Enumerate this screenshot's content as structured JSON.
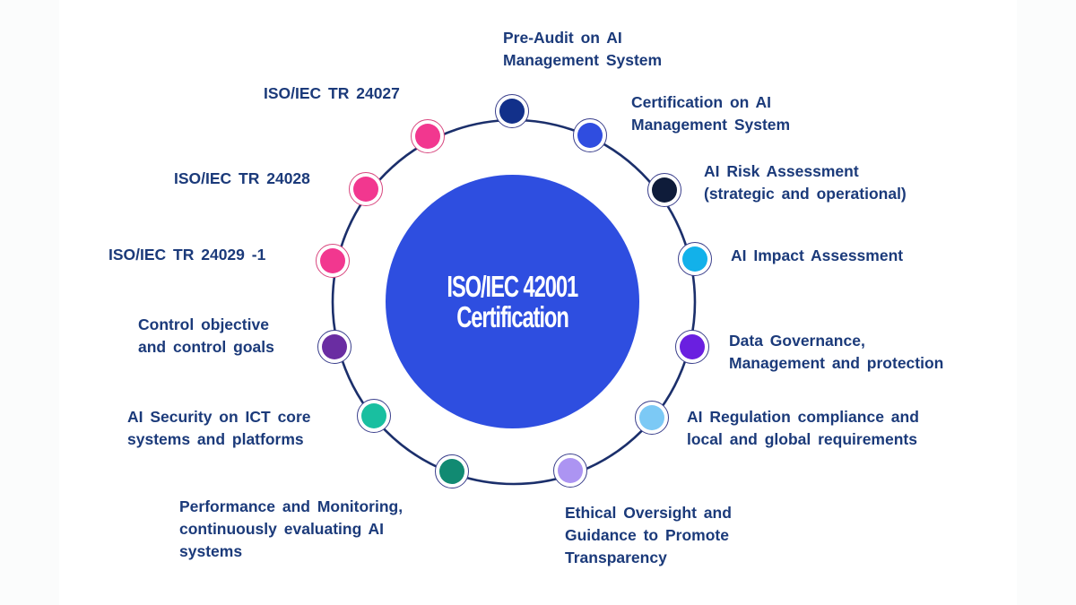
{
  "center": {
    "line1": "ISO/IEC 42001",
    "line2": "Certification",
    "color": "#2e4ee0"
  },
  "ring": {
    "stroke_color": "#1b2f6b"
  },
  "nodes": [
    {
      "id": "pre-audit",
      "color": "#12308a",
      "lines": [
        "Pre-Audit on AI",
        "Management  System"
      ]
    },
    {
      "id": "certification",
      "color": "#2f4de0",
      "lines": [
        "Certification on AI",
        "Management  System"
      ]
    },
    {
      "id": "risk-assessment",
      "color": "#0f1c3a",
      "lines": [
        "AI Risk Assessment",
        "(strategic and operational)"
      ]
    },
    {
      "id": "impact-assessment",
      "color": "#12b1ea",
      "lines": [
        "AI Impact  Assessment"
      ]
    },
    {
      "id": "data-governance",
      "color": "#6a1fe0",
      "lines": [
        "Data Governance,",
        "Management  and protection"
      ]
    },
    {
      "id": "regulation-compliance",
      "color": "#7cc9f5",
      "lines": [
        "AI Regulation compliance  and",
        "local and global requirements"
      ]
    },
    {
      "id": "ethical-oversight",
      "color": "#ac94f2",
      "lines": [
        "Ethical Oversight and",
        "Guidance to Promote",
        "Transparency"
      ]
    },
    {
      "id": "performance-monitoring",
      "color": "#118a72",
      "lines": [
        "Performance  and Monitoring,",
        "continuously  evaluating  AI",
        "systems"
      ]
    },
    {
      "id": "ai-security",
      "color": "#19bfa0",
      "lines": [
        "AI Security on ICT core",
        "systems and platforms"
      ]
    },
    {
      "id": "control-objective",
      "color": "#6a2da2",
      "lines": [
        "Control objective",
        "and control goals"
      ]
    },
    {
      "id": "iso-tr-24029",
      "color": "#f2378f",
      "lines": [
        "ISO/IEC  TR 24029  -1"
      ]
    },
    {
      "id": "iso-tr-24028",
      "color": "#f2378f",
      "lines": [
        "ISO/IEC  TR 24028"
      ]
    },
    {
      "id": "iso-tr-24027",
      "color": "#f2378f",
      "lines": [
        "ISO/IEC  TR 24027"
      ]
    }
  ]
}
